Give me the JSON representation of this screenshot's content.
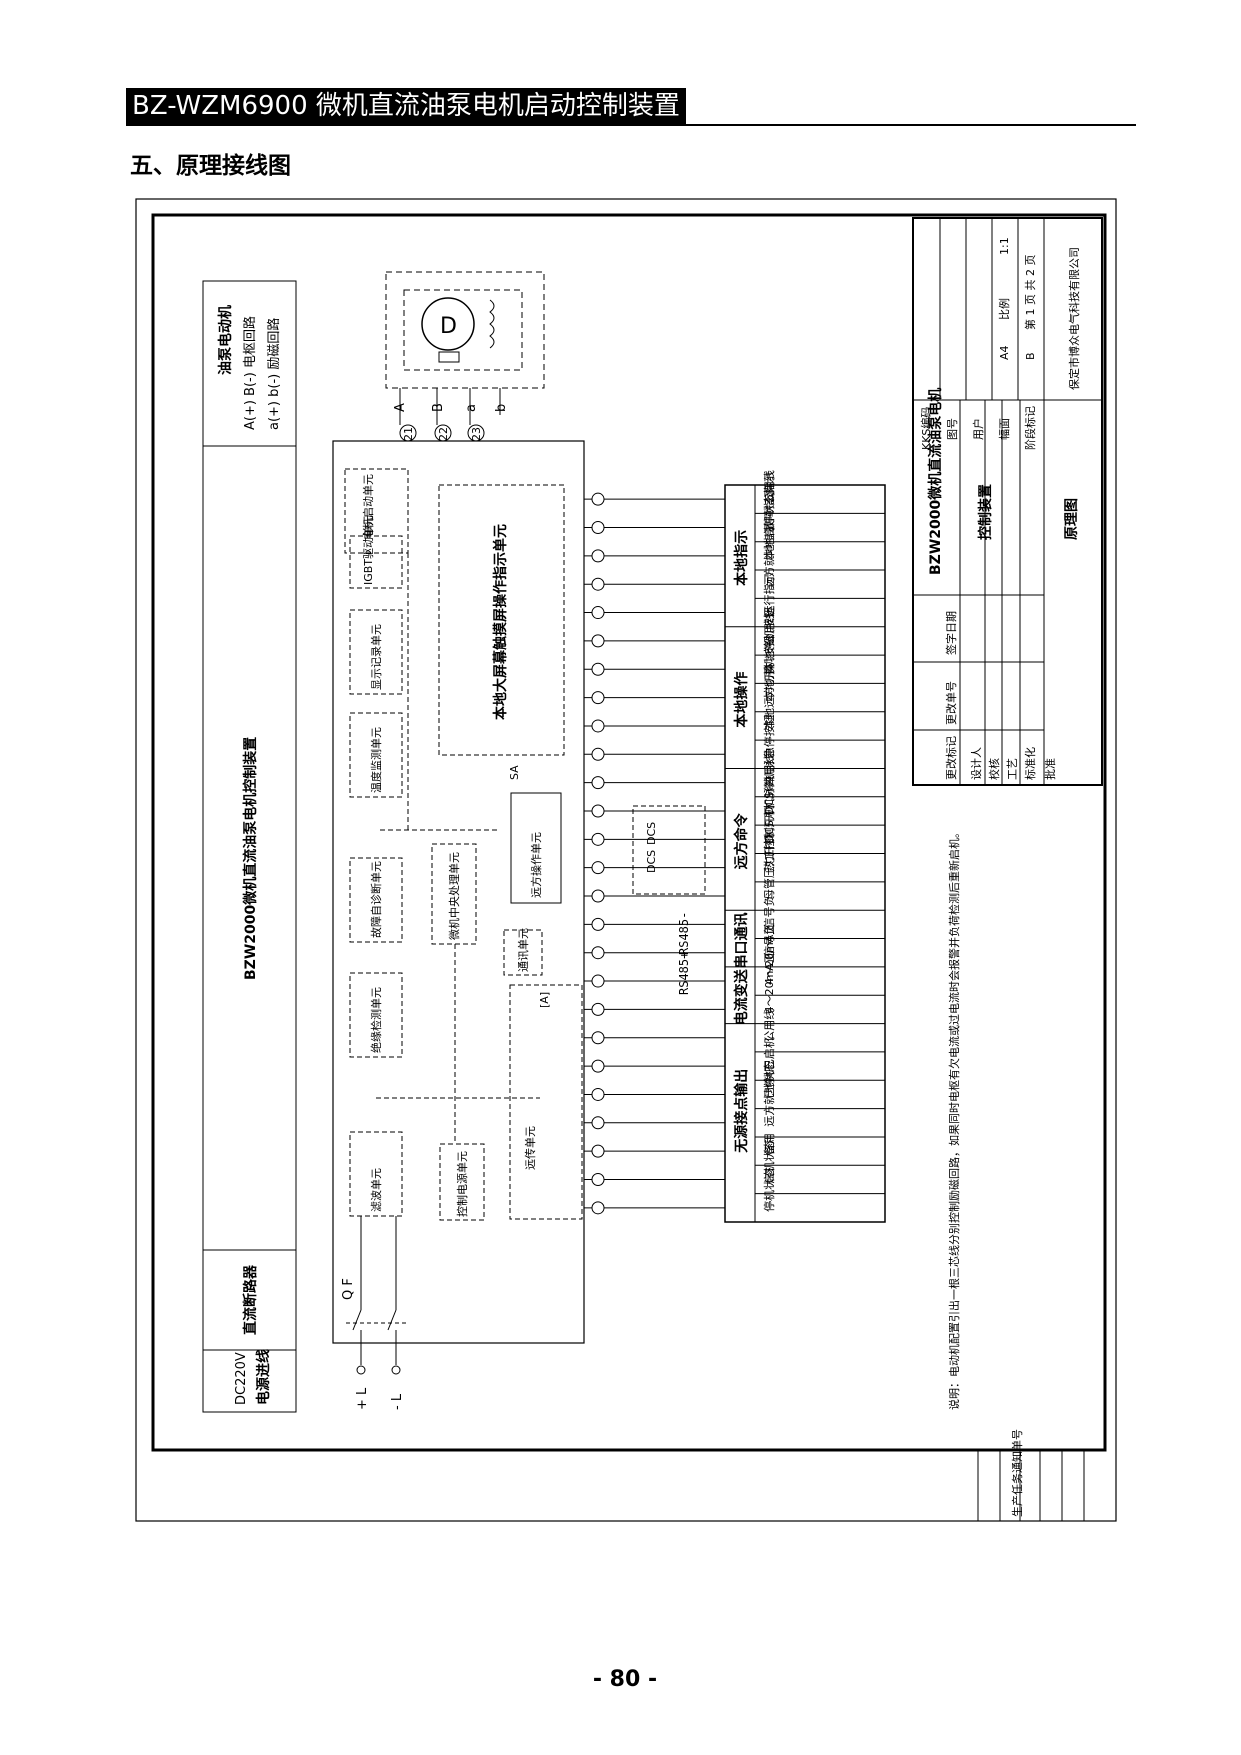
{
  "document": {
    "header_title": "BZ-WZM6900 微机直流油泵电机启动控制装置",
    "section_title": "五、原理接线图",
    "page_number": "- 80 -"
  },
  "diagram": {
    "motor_box_title": "油泵电动机",
    "motor_circuit_1": "A(+) B(-) 电枢回路",
    "motor_circuit_2": "a(+) b(-) 励磁回路",
    "main_device_label": "BZW2000微机直流油泵电机控制装置",
    "breaker_label": "直流断路器",
    "power_label_1": "DC220V",
    "power_label_2": "电源进线",
    "motor_symbol": "D",
    "terminal_A": "A",
    "terminal_B": "B",
    "terminal_a": "a",
    "terminal_b": "b",
    "terminal_21": "21",
    "terminal_22": "22",
    "terminal_23": "23",
    "unit_motor_start": "电机启动单元",
    "unit_igbt": "IGBT驱动单元",
    "unit_display": "本地大屏幕触摸屏操作指示单元",
    "unit_record": "显示记录单元",
    "unit_temp": "温度监测单元",
    "unit_self_check": "故障自诊断单元",
    "unit_cpu": "微机中央处理单元",
    "unit_remote_op": "远方操作单元",
    "unit_comm": "通讯单元",
    "unit_insulation": "绝缘检测单元",
    "unit_filter": "滤波单元",
    "unit_ctrl_power": "控制电源单元",
    "unit_transmit": "远传单元",
    "unit_current_mark": "[A]",
    "sa_label": "SA",
    "rs485_neg": "RS485-",
    "rs485_pos": "RS485+",
    "dcs_1": "DCS",
    "dcs_2": "DCS",
    "qf_label": "Q F",
    "plus_l": "+ L",
    "minus_l": "- L",
    "note": "说明：电动机配置引出一根三芯线分别控制励磁回路，如果同时电枢有欠电流或过电流时会报警并负荷检测后重新启机。"
  },
  "terminal_table": {
    "groups": [
      {
        "name": "本地指示",
        "cols": [
          "公用线",
          "故障指示",
          "本地启停状态指示",
          "远方就地指示",
          "运行指示"
        ]
      },
      {
        "name": "本地操作",
        "cols": [
          "公用线",
          "本地停机按钮",
          "本地开机按钮",
          "本地远方切换",
          "急停按钮"
        ]
      },
      {
        "name": "远方命令",
        "cols": [
          "公用线",
          "DCS停机脉冲",
          "DCS开机脉冲",
          "热工控制开机",
          "母管压力开机"
        ]
      },
      {
        "name": "串口通讯",
        "cols": [
          "信号负",
          "信号正"
        ]
      },
      {
        "name": "电流变送",
        "cols": [
          "4～20mA负",
          "4～20mA正"
        ]
      },
      {
        "name": "无源接点输出",
        "cols": [
          "公用线",
          "已启机",
          "已停机",
          "远方就地状态",
          "备用",
          "启机状态",
          "停机状态"
        ]
      }
    ]
  },
  "title_block": {
    "kks": "KKS编码",
    "drawing_no": "图号",
    "user": "用户",
    "sheet_size_label": "幅面",
    "sheet_size": "A4",
    "scale_label": "比例",
    "scale": "1:1",
    "stage_label": "阶段标记",
    "stage": "B",
    "sheet_info": "第 1 页 共 2 页",
    "company": "保定市博众电气科技有限公司",
    "project": "BZW2000微机直流油泵电机",
    "device": "控制装置",
    "drawing_name": "原理图",
    "revision_mark": "更改标记",
    "revision_doc": "更改单号",
    "signature_date": "签字日期",
    "designer": "设计人",
    "checker": "校核",
    "process": "工艺",
    "standardization": "标准化",
    "approver": "批准",
    "bottom_stamp": "生产任务通知单号"
  }
}
